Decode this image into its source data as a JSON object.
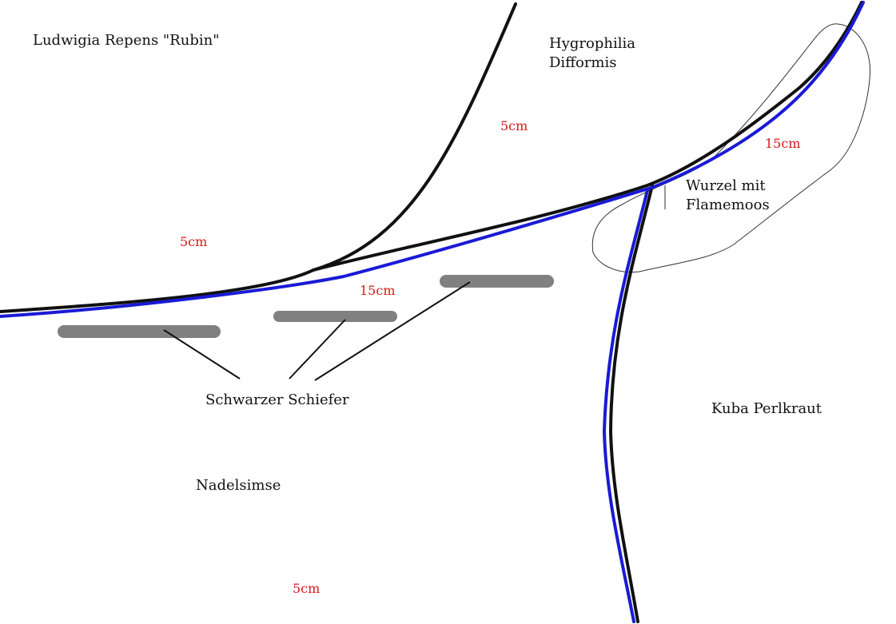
{
  "colors": {
    "background": "#ffffff",
    "black_line": "#111111",
    "blue_line": "#1a1ad6",
    "slate": "#808080",
    "depth_text": "#d41a1a",
    "outline": "#333333"
  },
  "plants": {
    "ludwigia": "Ludwigia Repens \"Rubin\"",
    "hygrophilia_line1": "Hygrophilia",
    "hygrophilia_line2": "Difformis",
    "wurzel_line1": "Wurzel mit",
    "wurzel_line2": "Flamemoos",
    "kuba": "Kuba Perlkraut",
    "nadelsimse": "Nadelsimse",
    "schiefer": "Schwarzer Schiefer"
  },
  "depths": {
    "top_center": "5cm",
    "top_right": "15cm",
    "left": "5cm",
    "middle": "15cm",
    "bottom": "5cm"
  }
}
